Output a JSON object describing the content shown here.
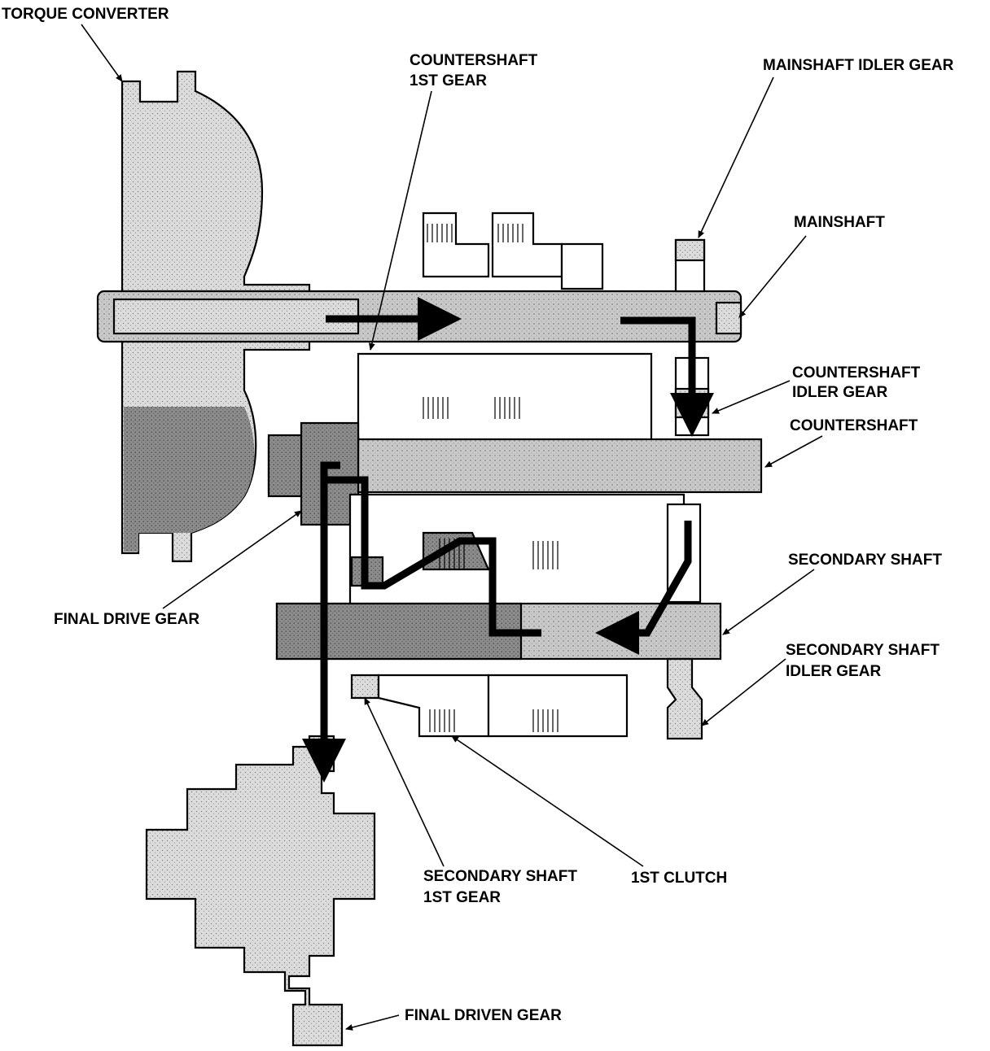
{
  "colors": {
    "light_shade": "#d9d9d9",
    "mid_shade": "#bdbdbd",
    "dark_shade": "#7a7a7a",
    "line": "#000000",
    "background": "#ffffff"
  },
  "labels": {
    "torque_converter": "TORQUE CONVERTER",
    "countershaft_1st_gear_l1": "COUNTERSHAFT",
    "countershaft_1st_gear_l2": "1ST GEAR",
    "mainshaft_idler_gear": "MAINSHAFT IDLER GEAR",
    "mainshaft": "MAINSHAFT",
    "countershaft_idler_gear_l1": "COUNTERSHAFT",
    "countershaft_idler_gear_l2": "IDLER GEAR",
    "countershaft": "COUNTERSHAFT",
    "secondary_shaft": "SECONDARY SHAFT",
    "secondary_shaft_idler_gear_l1": "SECONDARY SHAFT",
    "secondary_shaft_idler_gear_l2": "IDLER GEAR",
    "final_drive_gear": "FINAL DRIVE GEAR",
    "secondary_shaft_1st_gear_l1": "SECONDARY SHAFT",
    "secondary_shaft_1st_gear_l2": "1ST GEAR",
    "first_clutch": "1ST CLUTCH",
    "final_driven_gear": "FINAL DRIVEN GEAR"
  }
}
